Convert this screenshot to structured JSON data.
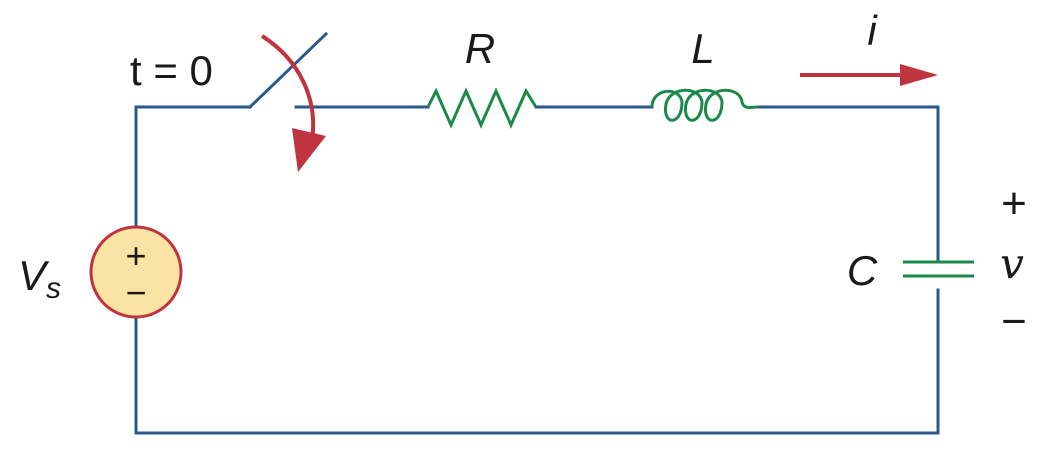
{
  "labels": {
    "switch_time": "t = 0",
    "resistor": "R",
    "inductor": "L",
    "current": "i",
    "source": "V",
    "source_sub": "s",
    "capacitor": "C",
    "cap_voltage": "v",
    "cap_plus": "+",
    "cap_minus": "−",
    "src_plus": "+",
    "src_minus": "−"
  },
  "colors": {
    "wire": "#2a5a8c",
    "component": "#1a8a4a",
    "arrow": "#c0343f",
    "source_fill": "#fbe3a6",
    "source_stroke": "#c0343f",
    "text": "#1a1a1a"
  }
}
